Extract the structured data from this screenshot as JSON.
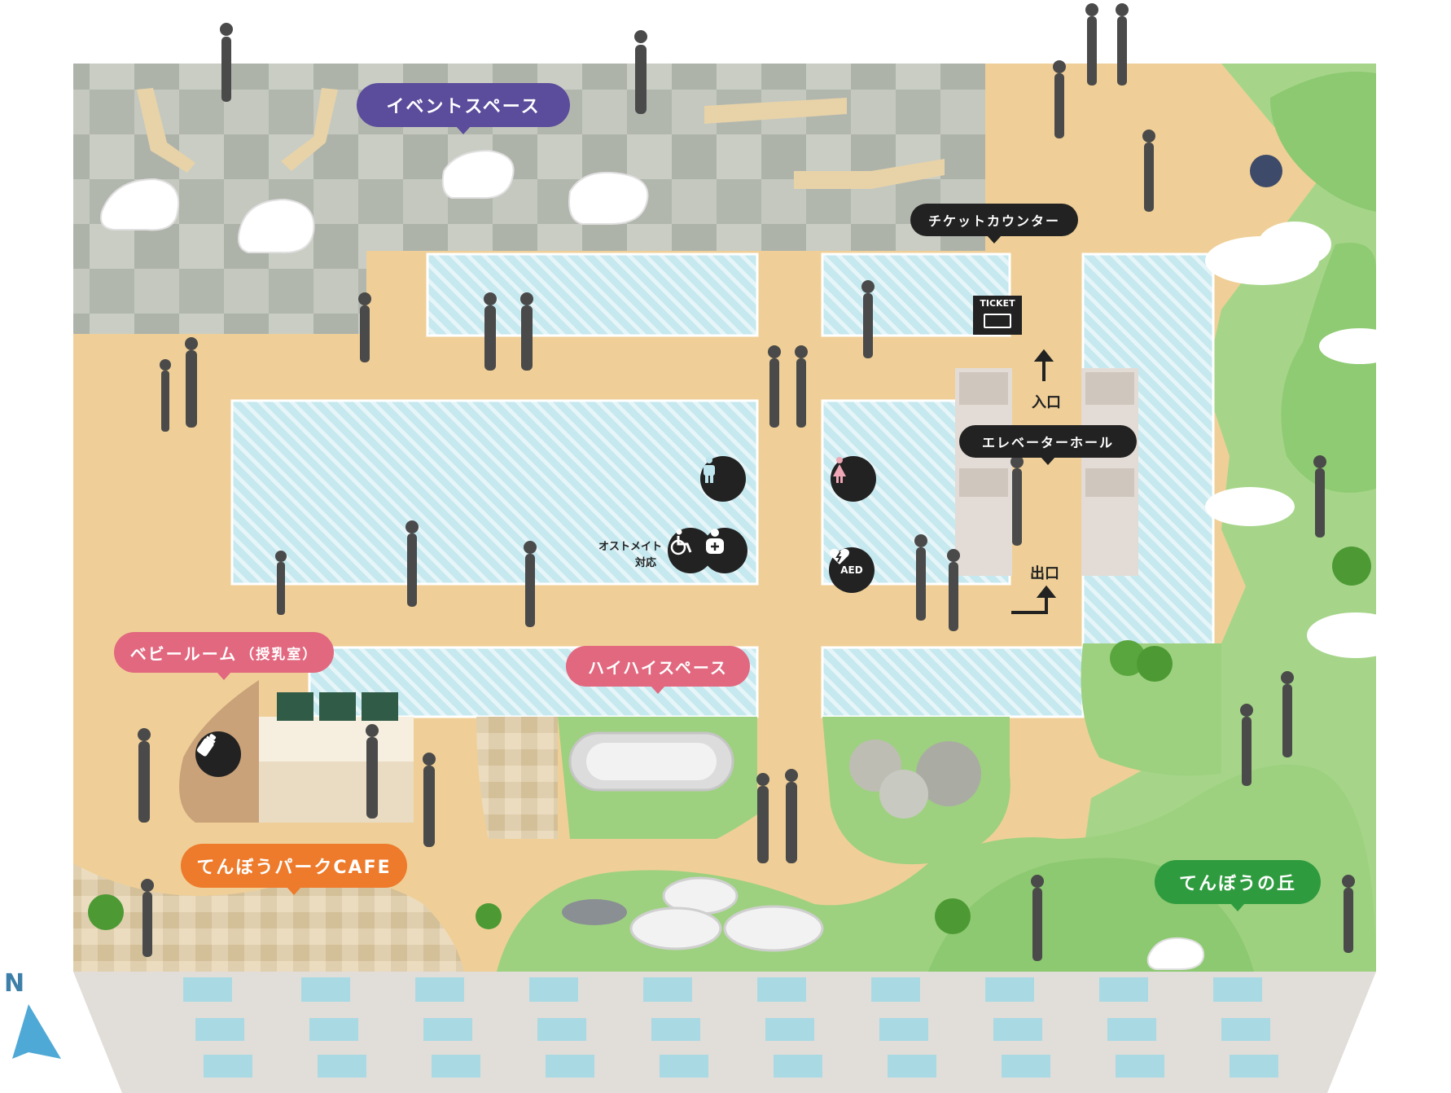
{
  "labels": {
    "event_space": "イベントスペース",
    "ticket_counter": "チケットカウンター",
    "elevator_hall": "エレベーターホール",
    "baby_room": "ベビールーム",
    "baby_room_sub": "（授乳室）",
    "crawl_space": "ハイハイスペース",
    "cafe": "てんぼうパークCAFE",
    "hill": "てんぼうの丘",
    "entrance": "入口",
    "exit": "出口",
    "ostomate_line1": "オストメイト",
    "ostomate_line2": "対応",
    "ticket_sign": "TICKET",
    "aed": "AED",
    "north": "N"
  },
  "icons": {
    "mens_restroom": "male-person-icon",
    "womens_restroom": "female-person-icon",
    "accessible": "wheelchair-icon",
    "ostomate": "ostomate-icon",
    "aed": "aed-heart-icon",
    "baby_bottle": "baby-bottle-icon",
    "compass": "north-arrow-icon"
  },
  "colors": {
    "event_space": "#5b4c9c",
    "dark_label": "#222222",
    "baby_room": "#e2687f",
    "crawl_space": "#e2687f",
    "cafe": "#ee7a2b",
    "hill": "#2f9b3f",
    "sand": "#efcf97",
    "glass": "#bfe5ee",
    "grass": "#9dd17f",
    "stone": "#b9bdb4",
    "north": "#3d7fa8"
  }
}
